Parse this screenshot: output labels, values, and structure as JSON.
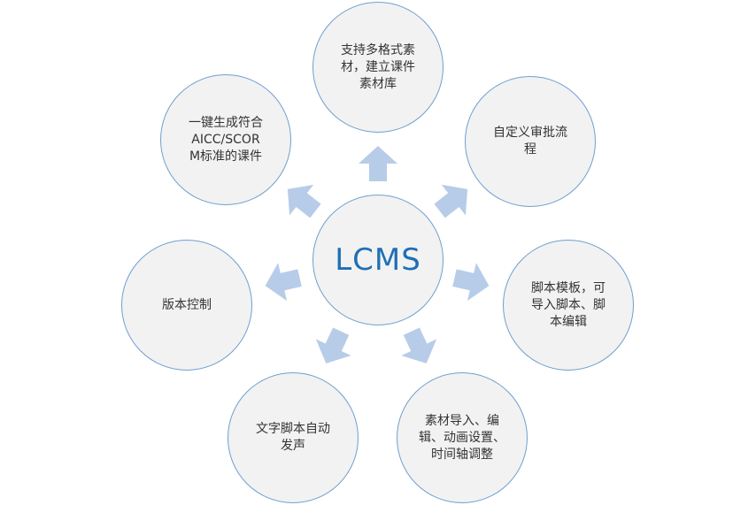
{
  "diagram": {
    "center": {
      "label": "LCMS"
    },
    "nodes": [
      {
        "id": "top",
        "label": "支持多格式素\n材，建立课件\n素材库"
      },
      {
        "id": "upper-right",
        "label": "自定义审批流\n程"
      },
      {
        "id": "right",
        "label": "脚本模板，可\n导入脚本、脚\n本编辑"
      },
      {
        "id": "lower-right",
        "label": "素材导入、编\n辑、动画设置、\n时间轴调整"
      },
      {
        "id": "lower-left",
        "label": "文字脚本自动\n发声"
      },
      {
        "id": "left",
        "label": "版本控制"
      },
      {
        "id": "upper-left",
        "label": "一键生成符合\nAICC/SCOR\nM标准的课件"
      }
    ],
    "colors": {
      "circle_border": "#6f9fd0",
      "circle_fill": "#f2f2f2",
      "arrow_fill": "#b7cce8",
      "center_text": "#1f6fb5",
      "node_text": "#333333"
    }
  }
}
